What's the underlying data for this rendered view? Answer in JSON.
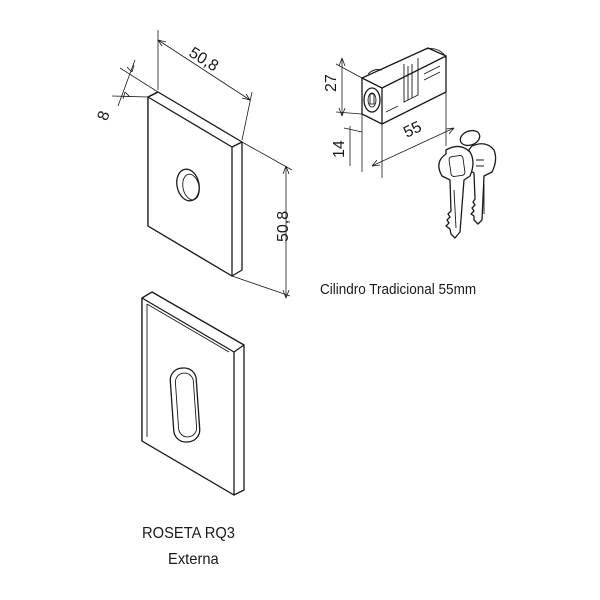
{
  "dimensions": {
    "plate_width": "50,8",
    "plate_thickness": "8",
    "plate_height": "50,8",
    "cylinder_height": "27",
    "cylinder_offset": "14",
    "cylinder_length": "55"
  },
  "captions": {
    "cylinder": "Cilindro Tradicional 55mm",
    "roseta_title": "ROSETA RQ3",
    "roseta_subtitle": "Externa"
  }
}
